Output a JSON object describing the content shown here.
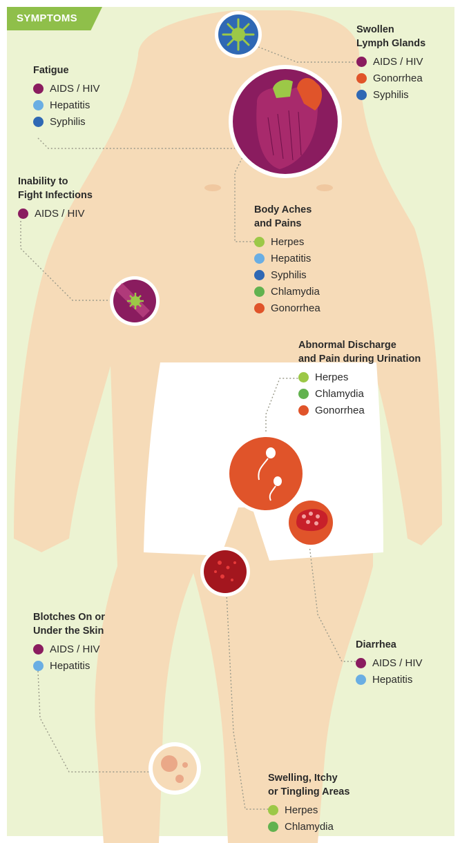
{
  "header": {
    "label": "SYMPTOMS"
  },
  "colors": {
    "AIDS / HIV": "#8a1c5f",
    "Hepatitis": "#6aaee3",
    "Syphilis": "#2f68b4",
    "Herpes": "#9cc847",
    "Chlamydia": "#62b24f",
    "Gonorrhea": "#e0542a"
  },
  "groups": [
    {
      "id": "swollen-lymph-glands",
      "title": "Swollen\nLymph Glands",
      "items": [
        "AIDS / HIV",
        "Gonorrhea",
        "Syphilis"
      ]
    },
    {
      "id": "fatigue",
      "title": "Fatigue",
      "items": [
        "AIDS / HIV",
        "Hepatitis",
        "Syphilis"
      ]
    },
    {
      "id": "inability-to-fight-infections",
      "title": "Inability to\nFight Infections",
      "items": [
        "AIDS / HIV"
      ]
    },
    {
      "id": "body-aches-and-pains",
      "title": "Body Aches\nand Pains",
      "items": [
        "Herpes",
        "Hepatitis",
        "Syphilis",
        "Chlamydia",
        "Gonorrhea"
      ]
    },
    {
      "id": "abnormal-discharge",
      "title": "Abnormal Discharge\nand Pain during Urination",
      "items": [
        "Herpes",
        "Chlamydia",
        "Gonorrhea"
      ]
    },
    {
      "id": "blotches-on-skin",
      "title": "Blotches On or\nUnder the Skin",
      "items": [
        "AIDS / HIV",
        "Hepatitis"
      ]
    },
    {
      "id": "diarrhea",
      "title": "Diarrhea",
      "items": [
        "AIDS / HIV",
        "Hepatitis"
      ]
    },
    {
      "id": "swelling-itchy-tingling",
      "title": "Swelling, Itchy\nor Tingling Areas",
      "items": [
        "Herpes",
        "Chlamydia"
      ]
    }
  ]
}
